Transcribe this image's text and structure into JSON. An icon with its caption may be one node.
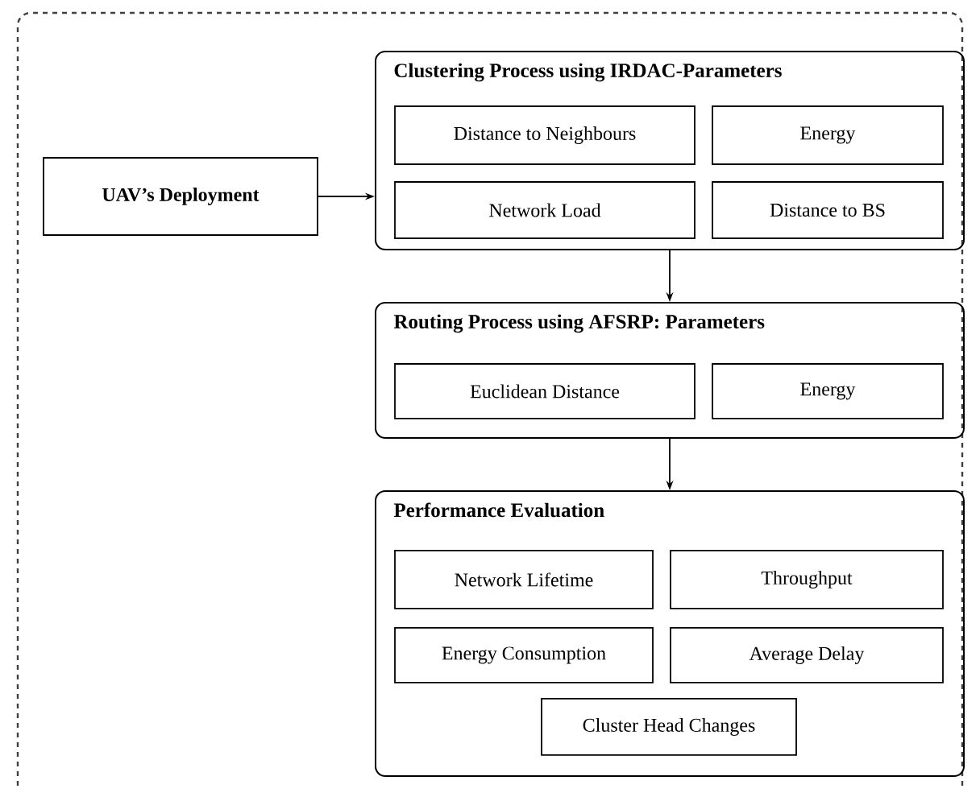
{
  "diagram": {
    "nodes": [
      {
        "text": [
          "UAV’s Deployment"
        ]
      },
      {
        "text": [
          "Clustering Process using IRDAC-Parameters"
        ]
      },
      {
        "text": [
          "Distance to Neighbours"
        ],
        "in": 1
      },
      {
        "text": [
          "Energy"
        ],
        "in": 1
      },
      {
        "text": [
          "Network Load"
        ],
        "in": 1
      },
      {
        "text": [
          "Distance to BS"
        ],
        "in": 1
      },
      {
        "text": [
          "Routing Process using AFSRP: Parameters"
        ]
      },
      {
        "text": [
          "Euclidean Distance"
        ],
        "in": 6
      },
      {
        "text": [
          "Energy"
        ],
        "in": 6
      },
      {
        "text": [
          "Performance Evaluation"
        ]
      },
      {
        "text": [
          "Network Lifetime"
        ],
        "in": 9
      },
      {
        "text": [
          "Throughput"
        ],
        "in": 9
      },
      {
        "text": [
          "Energy Consumption"
        ],
        "in": 9
      },
      {
        "text": [
          "Average Delay"
        ],
        "in": 9
      },
      {
        "text": [
          "Cluster Head Changes"
        ],
        "in": 9
      }
    ],
    "edges": [
      {
        "from": 0,
        "to": 1,
        "arrow": "to"
      },
      {
        "from": 1,
        "to": 6,
        "arrow": "to"
      },
      {
        "from": 6,
        "to": 9,
        "arrow": "to"
      }
    ]
  }
}
